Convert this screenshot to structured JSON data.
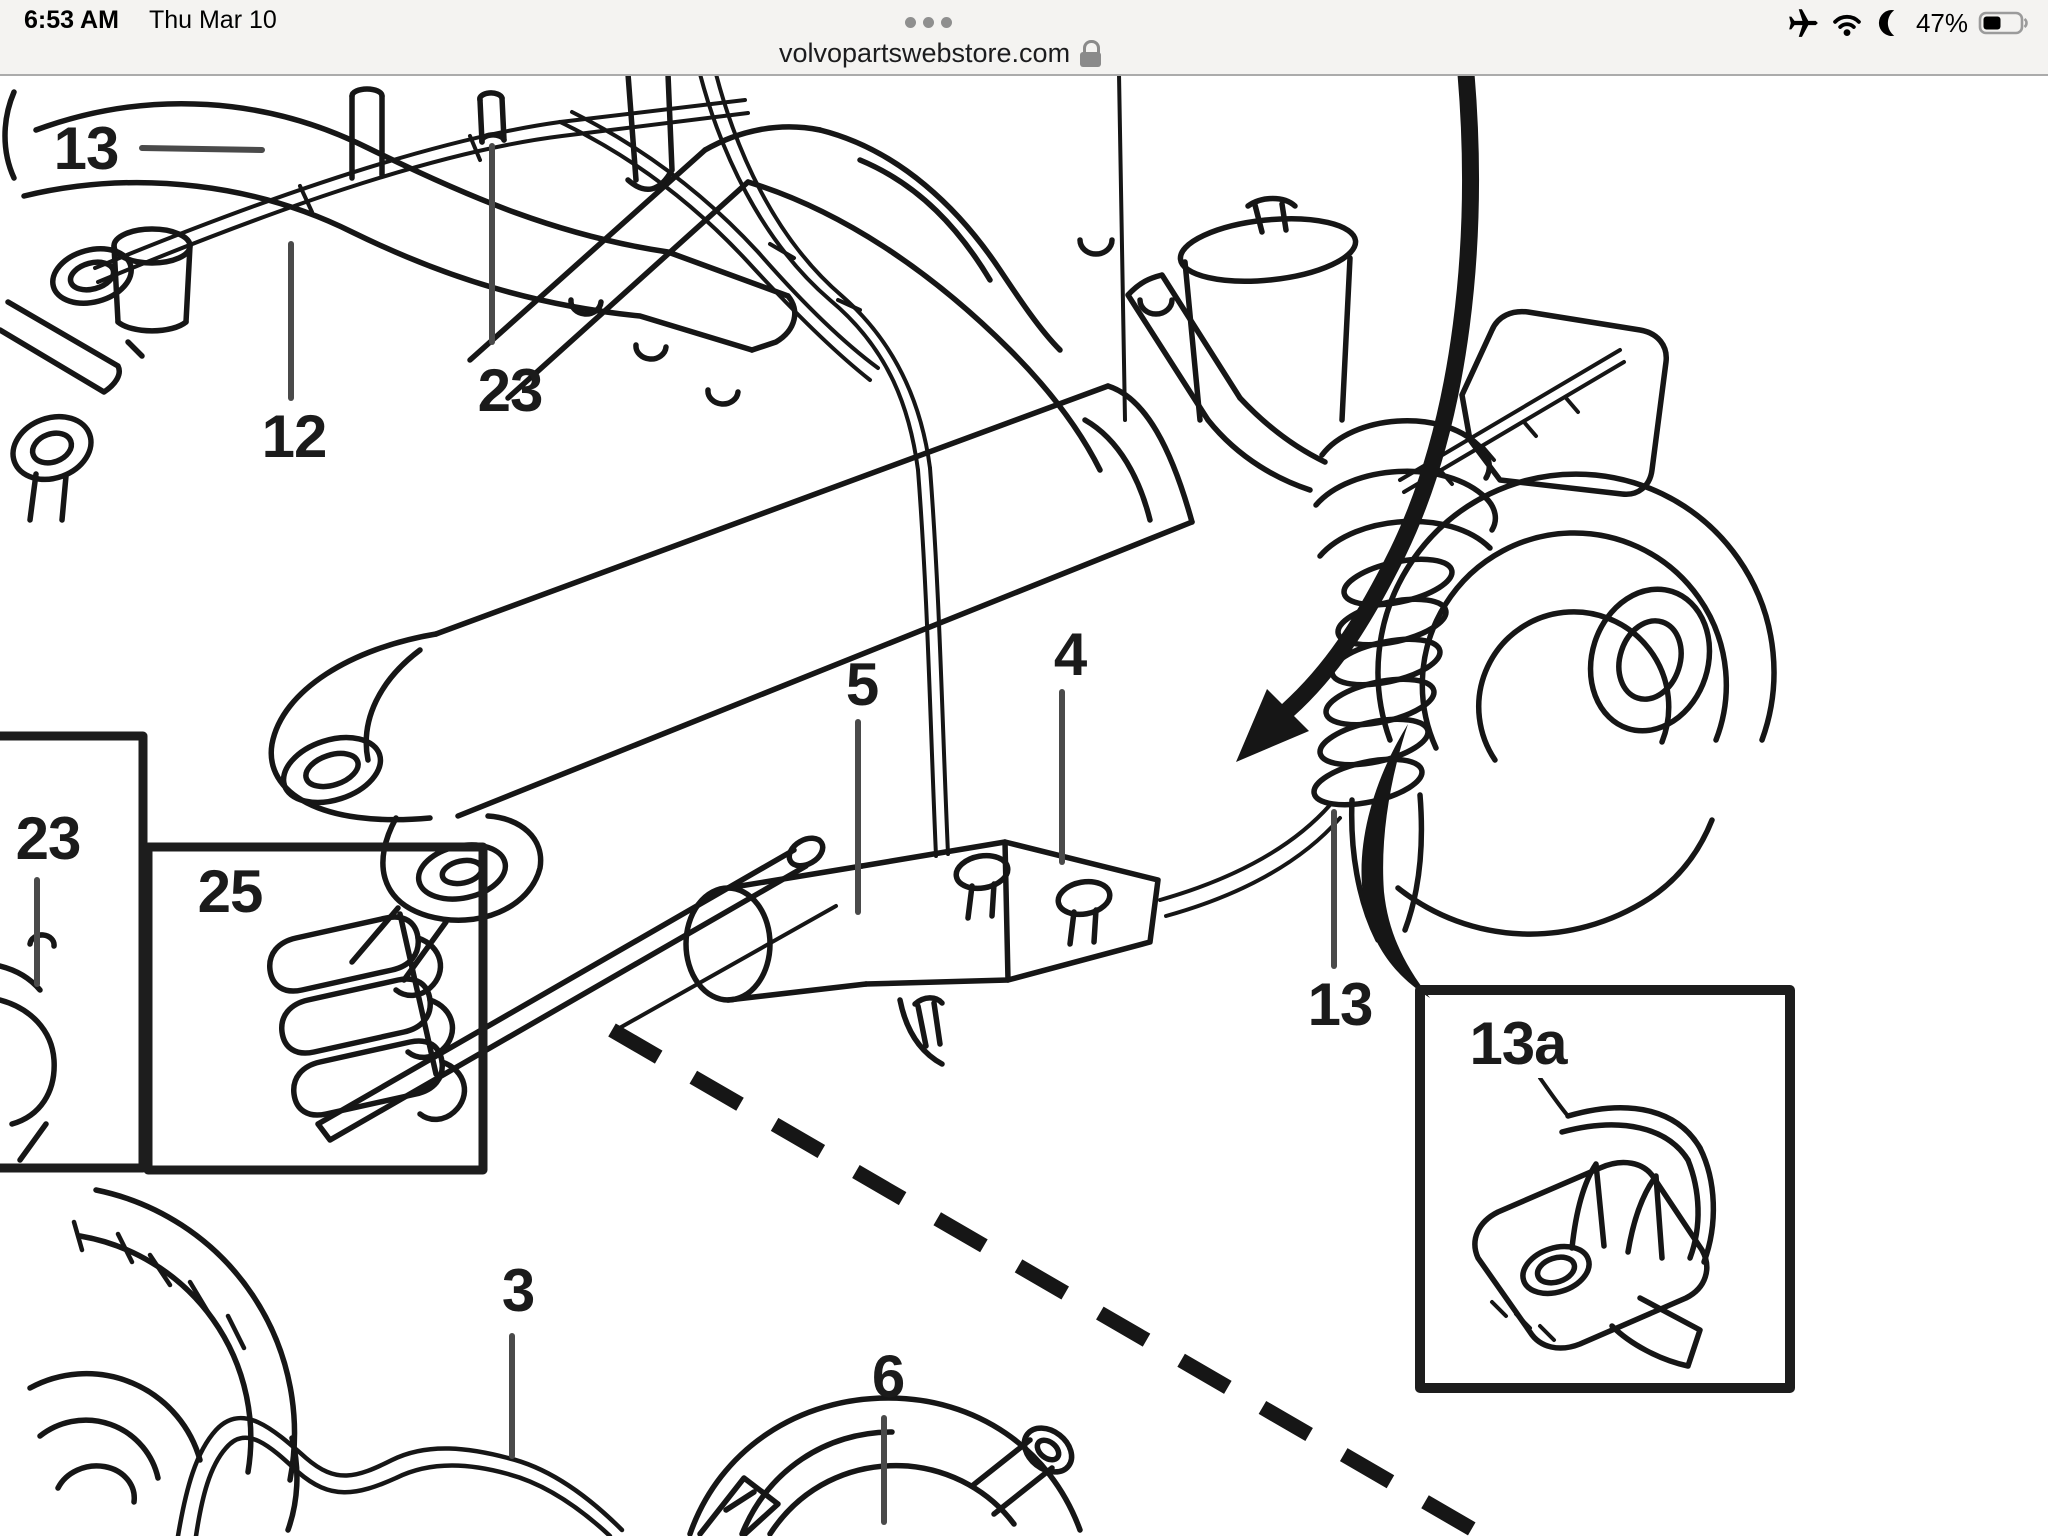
{
  "status_bar": {
    "time": "6:53 AM",
    "date": "Thu Mar 10",
    "battery_percent": "47%",
    "icons": [
      "airplane-mode-icon",
      "wifi-icon",
      "do-not-disturb-moon-icon",
      "battery-icon"
    ]
  },
  "browser": {
    "url": "volvopartswebstore.com",
    "secure_lock": "lock-icon",
    "tab_overflow_dots": 3
  },
  "diagram": {
    "description": "Volvo rear suspension and brake line exploded parts diagram",
    "callouts": [
      {
        "text": "13"
      },
      {
        "text": "12"
      },
      {
        "text": "23"
      },
      {
        "text": "5"
      },
      {
        "text": "4"
      },
      {
        "text": "13"
      },
      {
        "text": "23"
      },
      {
        "text": "25"
      },
      {
        "text": "13a"
      },
      {
        "text": "3"
      },
      {
        "text": "6"
      }
    ]
  },
  "colors": {
    "ink": "#161616",
    "leader_line": "#4a4a4a",
    "chrome_bg": "#f4f3f1",
    "chrome_border": "#ababab",
    "icon_gray": "#8a8a8a"
  }
}
